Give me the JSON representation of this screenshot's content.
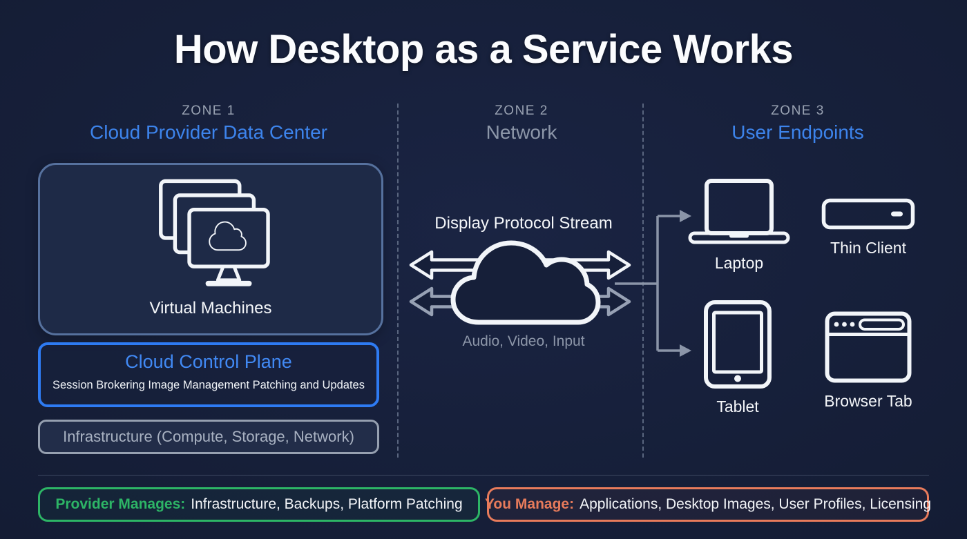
{
  "title": "How Desktop as a Service Works",
  "zones": {
    "zone1": {
      "kicker": "ZONE 1",
      "label": "Cloud Provider Data Center"
    },
    "zone2": {
      "kicker": "ZONE 2",
      "label": "Network"
    },
    "zone3": {
      "kicker": "ZONE 3",
      "label": "User Endpoints"
    }
  },
  "data_center": {
    "vm_box": {
      "label": "Virtual Machines",
      "icon": "virtual-machines-icon"
    },
    "control_plane": {
      "title": "Cloud Control Plane",
      "items": [
        {
          "label": "Session Brokering"
        },
        {
          "label": "Image Management"
        },
        {
          "label": "Patching and Updates"
        }
      ]
    },
    "infrastructure": {
      "label": "Infrastructure (Compute, Storage, Network)"
    }
  },
  "network": {
    "stream_label": "Display Protocol Stream",
    "payload_label": "Audio, Video, Input",
    "cloud_icon": "network-cloud-icon",
    "stream_arrow_icon": "double-arrow-icon",
    "payload_arrow_icon": "double-arrow-icon"
  },
  "endpoints": [
    {
      "label": "Laptop",
      "icon": "laptop-icon"
    },
    {
      "label": "Thin Client",
      "icon": "thin-client-icon"
    },
    {
      "label": "Tablet",
      "icon": "tablet-icon"
    },
    {
      "label": "Browser Tab",
      "icon": "browser-tab-icon"
    }
  ],
  "legend": {
    "provider": {
      "prefix": "Provider Manages:",
      "items": "Infrastructure, Backups, Platform Patching",
      "accent": "#2db566"
    },
    "user": {
      "prefix": "You Manage:",
      "items": "Applications, Desktop Images, User Profiles, Licensing",
      "accent": "#e87b5b"
    }
  },
  "colors": {
    "background": "#161f39",
    "accent_blue": "#3d84ec",
    "control_plane_border": "#2e7bf3",
    "vm_border": "#56719e",
    "muted_gray": "#8c96a8",
    "connector_gray": "#8b95a8",
    "provider_green": "#2db566",
    "user_orange": "#e87b5b",
    "white": "#f4f6f9"
  }
}
